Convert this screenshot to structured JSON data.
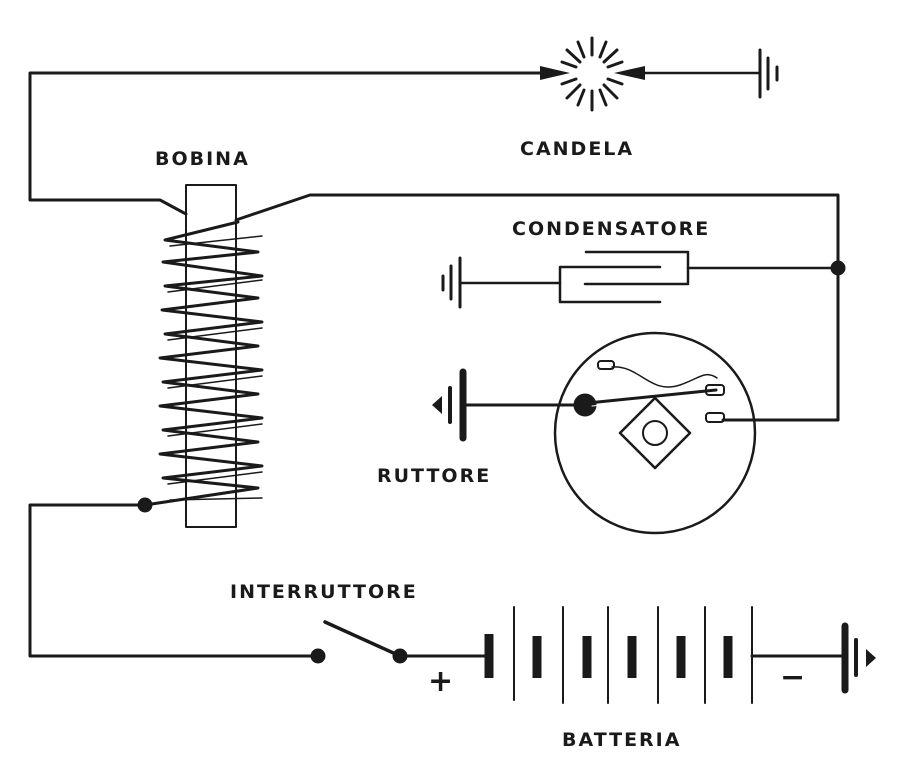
{
  "labels": {
    "candela": "CANDELA",
    "bobina": "BOBINA",
    "condensatore": "CONDENSATORE",
    "ruttore": "RUTTORE",
    "interruttore": "INTERRUTTORE",
    "batteria": "BATTERIA"
  },
  "battery_signs": {
    "positive": "+",
    "negative": "−"
  },
  "colors": {
    "ink": "#1a1a1a",
    "background": "#ffffff"
  }
}
